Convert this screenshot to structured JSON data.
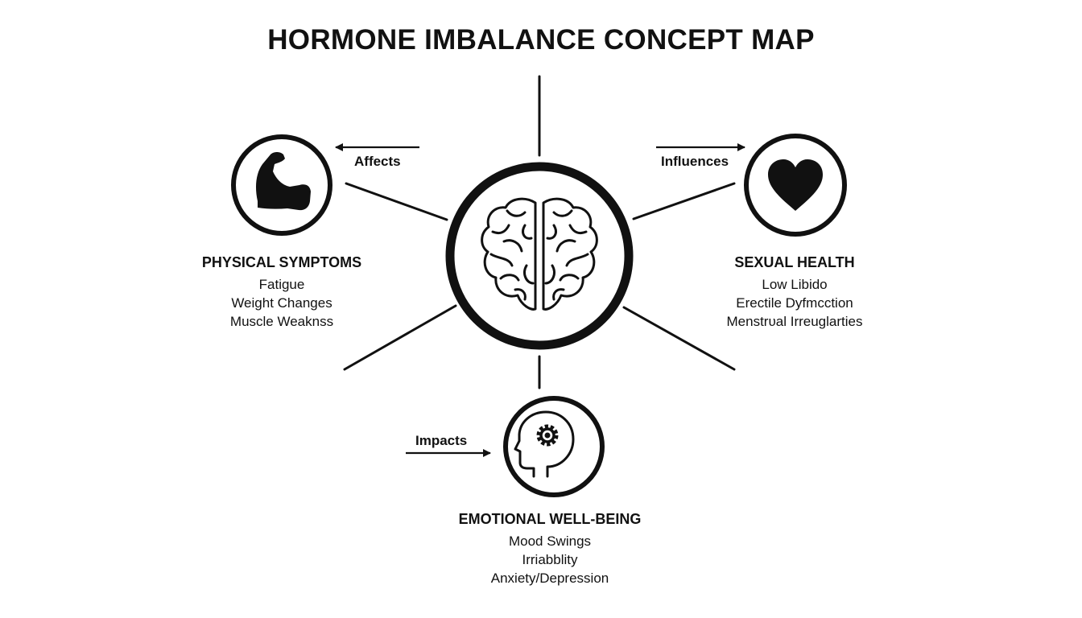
{
  "title": "HORMONE IMBALANCE CONCEPT MAP",
  "center": {
    "icon": "brain-icon"
  },
  "connectors": [
    {
      "label": "Affects",
      "direction": "left"
    },
    {
      "label": "Influences",
      "direction": "right"
    },
    {
      "label": "Impacts",
      "direction": "right"
    }
  ],
  "nodes": {
    "physical": {
      "icon": "flexed-arm-icon",
      "title": "PHYSICAL SYMPTOMS",
      "items": [
        "Fatigue",
        "Weight Changes",
        "Muscle Weaknss"
      ]
    },
    "sexual": {
      "icon": "heart-icon",
      "title": "SEXUAL HEALTH",
      "items": [
        "Low Libido",
        "Erectile Dyfmcction",
        "Menstrυal Irreuglarties"
      ]
    },
    "emotional": {
      "icon": "head-gear-icon",
      "title": "EMOTIONAL WELL-BEING",
      "items": [
        "Mood Swings",
        "Irriabblity",
        "Anxiety/Depression"
      ]
    }
  },
  "colors": {
    "ink": "#111111",
    "background": "#ffffff"
  }
}
